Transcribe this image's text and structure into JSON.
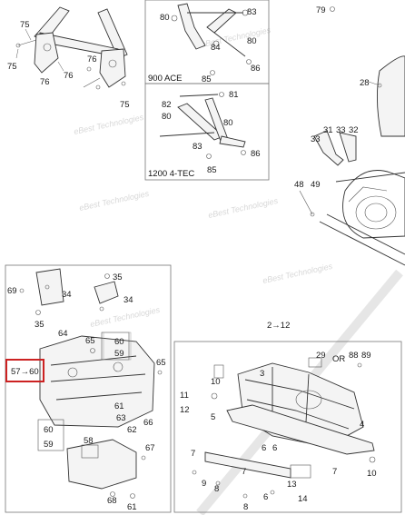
{
  "callouts": {
    "c75a": "75",
    "c75b": "75",
    "c75c": "75",
    "c76a": "76",
    "c76b": "76",
    "c76c": "76",
    "c80a": "80",
    "c83a": "83",
    "c84": "84",
    "c80b": "80",
    "c86a": "86",
    "c85a": "85",
    "c79": "79",
    "c28": "28",
    "c82": "82",
    "c81": "81",
    "c80c": "80",
    "c80d": "80",
    "c83b": "83",
    "c86b": "86",
    "c85b": "85",
    "c31": "31",
    "c33a": "33",
    "c32": "32",
    "c33b": "33",
    "c48": "48",
    "c49": "49",
    "c35a": "35",
    "c69": "69",
    "c34a": "34",
    "c34b": "34",
    "c35b": "35",
    "c64": "64",
    "c65a": "65",
    "c60a": "60",
    "c59a": "59",
    "c65b": "65",
    "c57": "57→60",
    "c61a": "61",
    "c63": "63",
    "c62": "62",
    "c66": "66",
    "c60b": "60",
    "c59b": "59",
    "c58": "58",
    "c67": "67",
    "c68": "68",
    "c61b": "61",
    "c2": "2→12",
    "c29": "29",
    "cOR": "OR",
    "c88": "88",
    "c89": "89",
    "c3": "3",
    "c10a": "10",
    "c11": "11",
    "c12": "12",
    "c4": "4",
    "c5": "5",
    "c7a": "7",
    "c7b": "7",
    "c7c": "7",
    "c6a": "6",
    "c6b": "6",
    "c6c": "6",
    "c9": "9",
    "c8a": "8",
    "c8b": "8",
    "c13": "13",
    "c14": "14",
    "c10b": "10"
  },
  "captions": {
    "ace": "900 ACE",
    "tec": "1200 4-TEC"
  },
  "watermark": "eBest Technologies",
  "colors": {
    "line": "#333333",
    "highlight": "#cc2222",
    "frame": "#777777"
  }
}
